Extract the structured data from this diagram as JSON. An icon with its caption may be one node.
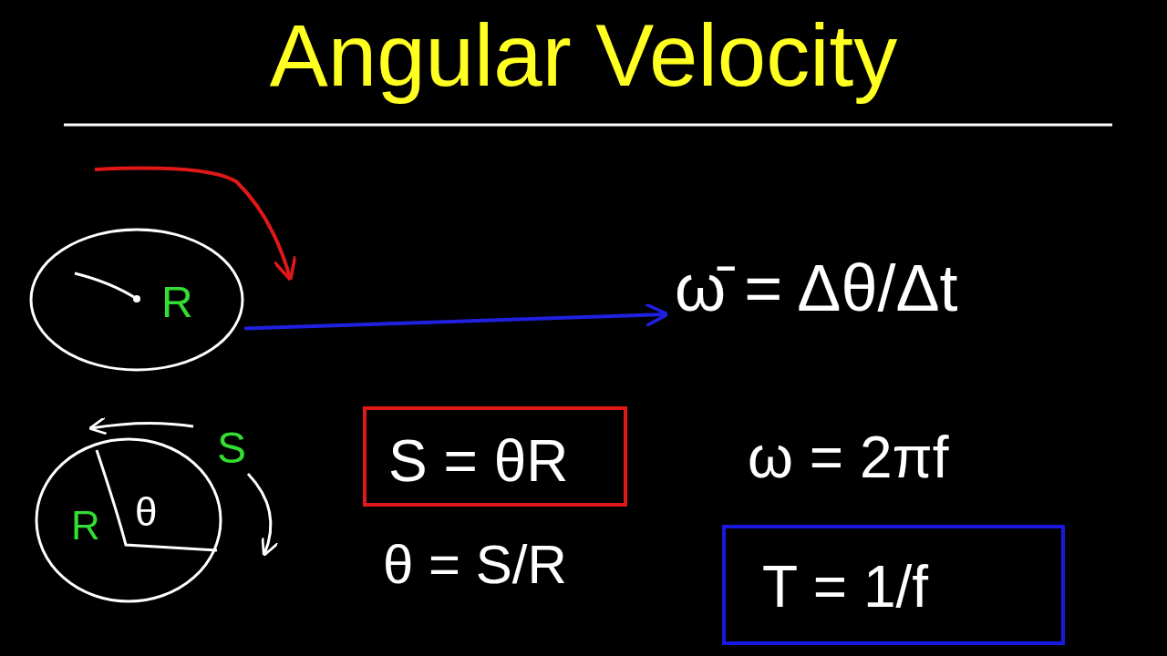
{
  "diagram": {
    "title": "Angular Velocity",
    "nodes": [
      {
        "text": [
          "R"
        ]
      },
      {
        "text": [
          "ω̄ = Δθ/Δt"
        ]
      },
      {
        "text": [
          "R",
          "θ"
        ]
      },
      {
        "text": [
          "S = θR"
        ]
      },
      {
        "text": [
          "T = 1/f"
        ]
      }
    ],
    "edges": [
      {
        "from": 0,
        "to": 1,
        "arrow": "to",
        "color": "#2020e0"
      }
    ],
    "labels": [
      "S",
      "ω = 2πf",
      "θ = S/R"
    ]
  }
}
